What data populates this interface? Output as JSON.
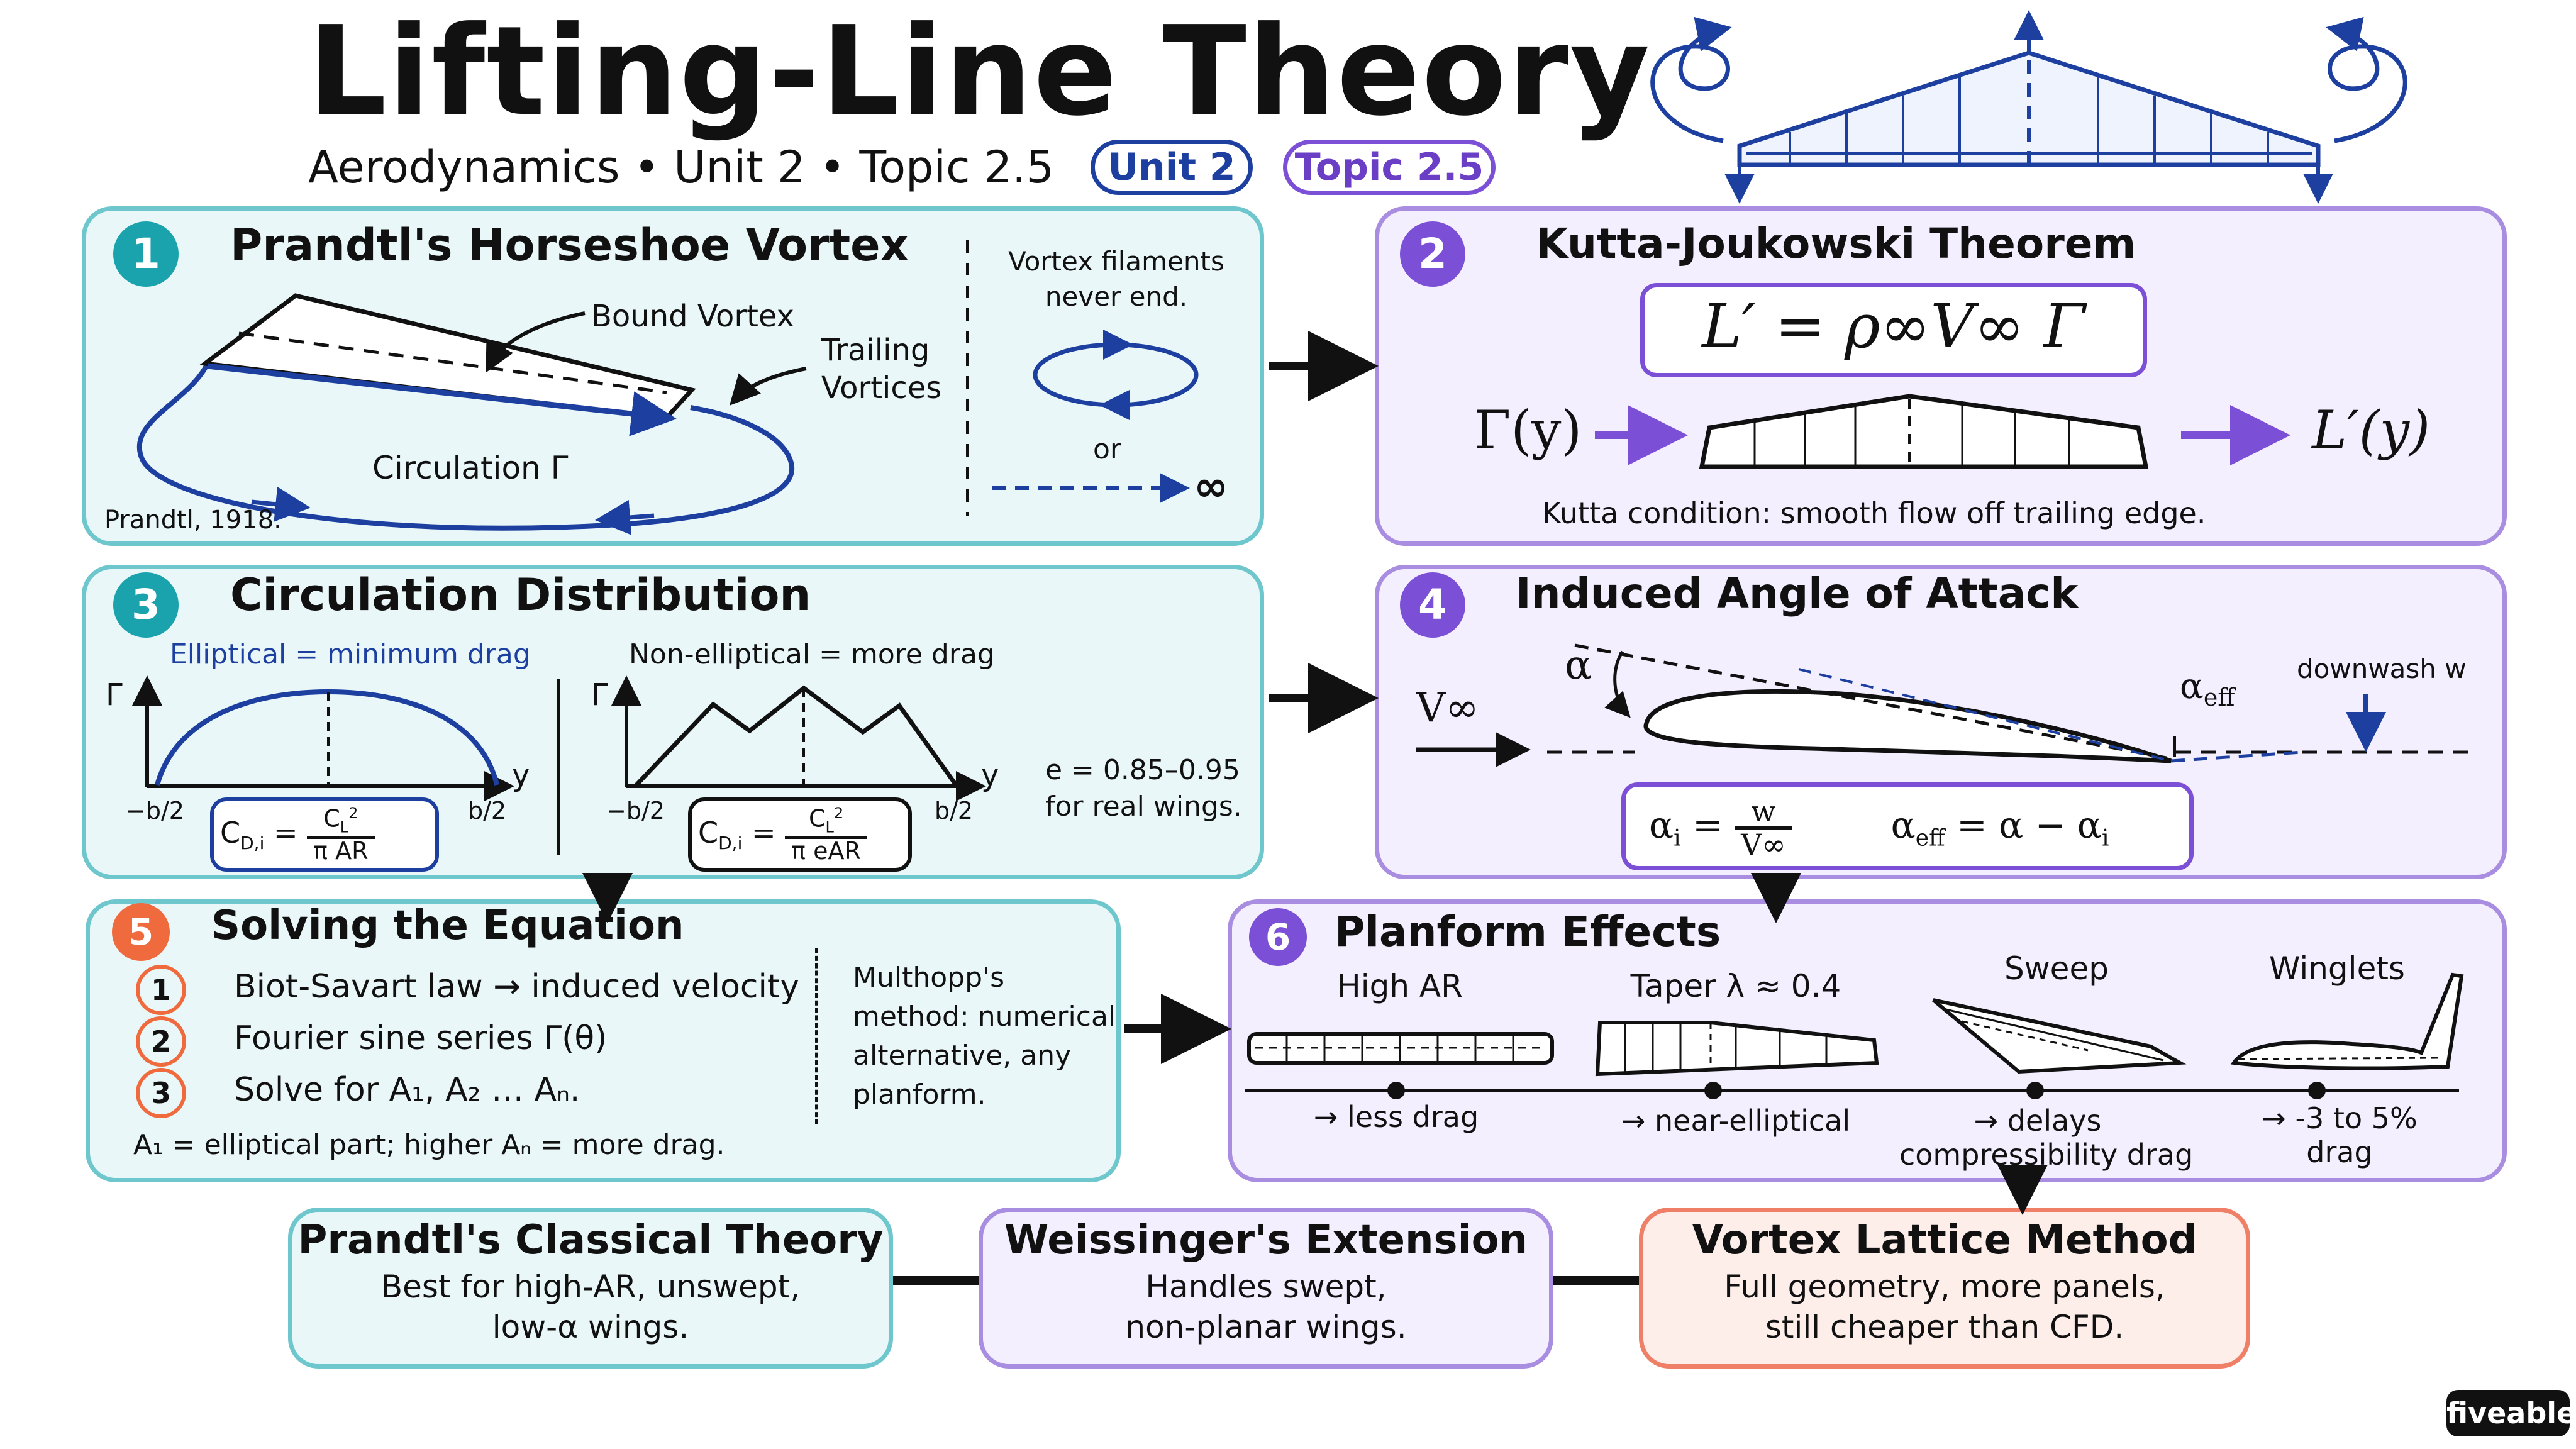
{
  "header": {
    "title": "Lifting-Line Theory",
    "subtitle": "Aerodynamics • Unit 2 • Topic 2.5",
    "badge_unit": "Unit 2",
    "badge_topic": "Topic 2.5"
  },
  "panel1": {
    "number": "1",
    "title": "Prandtl's Horseshoe Vortex",
    "bound_vortex": "Bound Vortex",
    "trailing_line1": "Trailing",
    "trailing_line2": "Vortices",
    "circulation": "Circulation Γ",
    "citation": "Prandtl, 1918.",
    "note_line1": "Vortex filaments",
    "note_line2": "never end.",
    "or": "or",
    "infinity": "∞"
  },
  "panel2": {
    "number": "2",
    "title": "Kutta-Joukowski Theorem",
    "formula": "L′ = ρ∞V∞ Γ",
    "gamma_y": "Γ(y)",
    "lift_y": "L′(y)",
    "condition": "Kutta condition: smooth flow off trailing edge."
  },
  "panel3": {
    "number": "3",
    "title": "Circulation Distribution",
    "elliptical_label": "Elliptical = minimum drag",
    "non_elliptical_label": "Non-elliptical = more drag",
    "axis_gamma": "Γ",
    "axis_y": "y",
    "minus_b2": "−b/2",
    "plus_b2": "b/2",
    "cd_lhs": "C",
    "cd_sub": "D,i",
    "eq": "=",
    "cl_num": "C",
    "cl_sub": "L",
    "cl_sup": "2",
    "den_ideal": "π AR",
    "den_real": "π eAR",
    "e_range": "e = 0.85–0.95",
    "e_note": "for real wings."
  },
  "panel4": {
    "number": "4",
    "title": "Induced Angle of Attack",
    "alpha": "α",
    "v_inf": "V∞",
    "alpha_eff": "α",
    "alpha_eff_sub": "eff",
    "downwash": "downwash w",
    "ai_lhs": "α",
    "ai_sub": "i",
    "w": "w",
    "v_den": "V∞",
    "aeff_rhs": "= α − α"
  },
  "panel5": {
    "number": "5",
    "title": "Solving the Equation",
    "steps": [
      {
        "n": "1",
        "text": "Biot-Savart law → induced velocity"
      },
      {
        "n": "2",
        "text": "Fourier sine series Γ(θ)"
      },
      {
        "n": "3",
        "text": "Solve for A₁, A₂ … Aₙ."
      }
    ],
    "note": "A₁ = elliptical part; higher Aₙ = more drag.",
    "multhopp": [
      "Multhopp's",
      "method: numerical",
      "alternative, any",
      "planform."
    ]
  },
  "panel6": {
    "number": "6",
    "title": "Planform Effects",
    "items": [
      {
        "name": "High AR",
        "effect1": "→ less drag",
        "effect2": ""
      },
      {
        "name": "Taper λ ≈ 0.4",
        "effect1": "→ near-elliptical",
        "effect2": ""
      },
      {
        "name": "Sweep",
        "effect1": "→ delays",
        "effect2": "compressibility drag"
      },
      {
        "name": "Winglets",
        "effect1": "→ -3 to 5%",
        "effect2": "drag"
      }
    ]
  },
  "bottom": [
    {
      "title": "Prandtl's Classical Theory",
      "line1": "Best for high-AR, unswept,",
      "line2": "low-α wings."
    },
    {
      "title": "Weissinger's Extension",
      "line1": "Handles swept,",
      "line2": "non-planar wings."
    },
    {
      "title": "Vortex Lattice Method",
      "line1": "Full geometry, more panels,",
      "line2": "still cheaper than CFD."
    }
  ],
  "logo": "fiveable",
  "colors": {
    "teal": "#1aa3ad",
    "teal_border": "#6ec7cc",
    "purple": "#7b4fd6",
    "purple_border": "#a98de0",
    "coral": "#ef6a3c",
    "blue": "#1c3fa0"
  }
}
